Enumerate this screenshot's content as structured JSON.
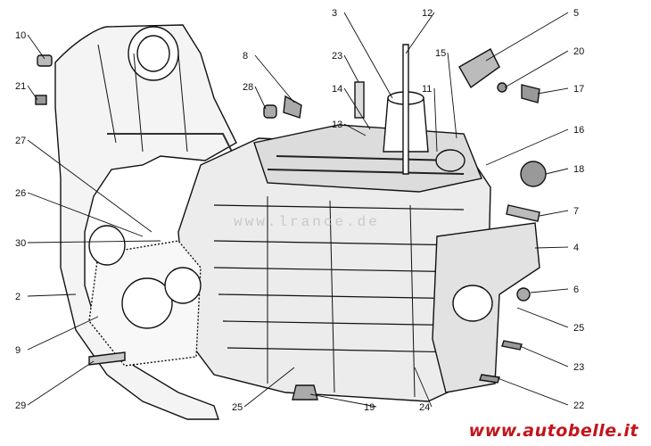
{
  "diagram": {
    "title": "Gearbox housing exploded view",
    "watermark": "www.lrance.de",
    "labels": [
      {
        "id": "p10",
        "text": "10"
      },
      {
        "id": "p21",
        "text": "21"
      },
      {
        "id": "p27",
        "text": "27"
      },
      {
        "id": "p26",
        "text": "26"
      },
      {
        "id": "p30",
        "text": "30"
      },
      {
        "id": "p2",
        "text": "2"
      },
      {
        "id": "p9",
        "text": "9"
      },
      {
        "id": "p29",
        "text": "29"
      },
      {
        "id": "p8",
        "text": "8"
      },
      {
        "id": "p28",
        "text": "28"
      },
      {
        "id": "p23a",
        "text": "23"
      },
      {
        "id": "p3",
        "text": "3"
      },
      {
        "id": "p12",
        "text": "12"
      },
      {
        "id": "p14",
        "text": "14"
      },
      {
        "id": "p13",
        "text": "13"
      },
      {
        "id": "p11",
        "text": "11"
      },
      {
        "id": "p15",
        "text": "15"
      },
      {
        "id": "p5",
        "text": "5"
      },
      {
        "id": "p20",
        "text": "20"
      },
      {
        "id": "p17",
        "text": "17"
      },
      {
        "id": "p16",
        "text": "16"
      },
      {
        "id": "p18",
        "text": "18"
      },
      {
        "id": "p7",
        "text": "7"
      },
      {
        "id": "p4",
        "text": "4"
      },
      {
        "id": "p6",
        "text": "6"
      },
      {
        "id": "p25a",
        "text": "25"
      },
      {
        "id": "p23b",
        "text": "23"
      },
      {
        "id": "p22",
        "text": "22"
      },
      {
        "id": "p24",
        "text": "24"
      },
      {
        "id": "p19",
        "text": "19"
      },
      {
        "id": "p25b",
        "text": "25"
      }
    ]
  },
  "footer": {
    "website": "www.autobelle.it",
    "website_color": "#c3151b"
  }
}
